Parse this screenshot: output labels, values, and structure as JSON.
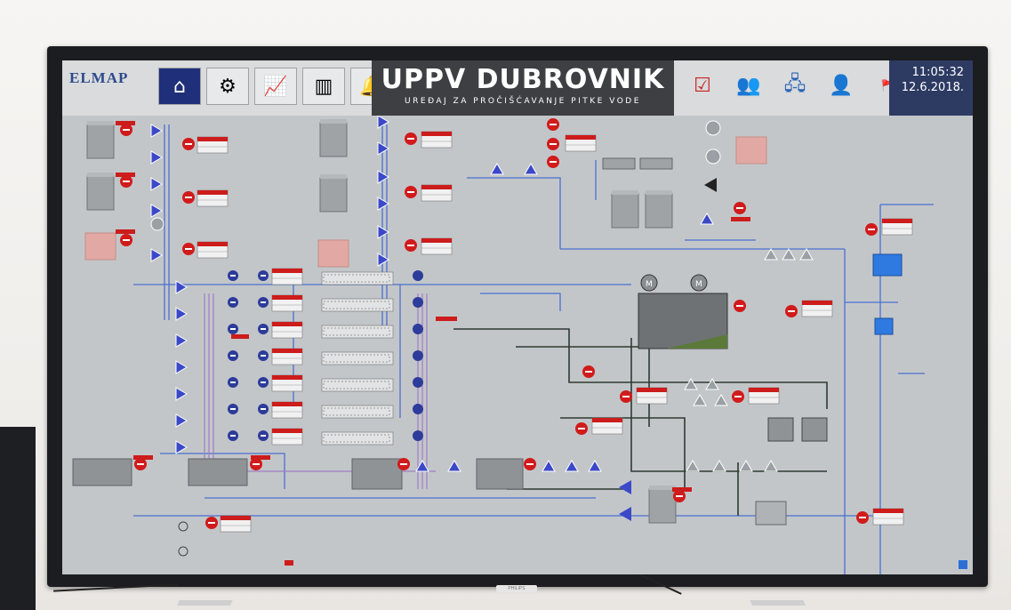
{
  "header": {
    "brand": "ELMAP",
    "title": "UPPV DUBROVNIK",
    "subtitle": "UREĐAJ ZA PROČIŠĆAVANJE PITKE VODE"
  },
  "clock": {
    "time": "11:05:32",
    "date": "12.6.2018."
  },
  "nav_left": [
    "home-icon",
    "gear-icon",
    "chart-icon",
    "cabinet-icon",
    "bell-icon"
  ],
  "nav_right": [
    "checklist-icon",
    "user-search-icon",
    "network-icon",
    "person-icon",
    "language-flags-icon"
  ],
  "monitor": {
    "brand": "PHILIPS"
  },
  "colors": {
    "pipe_blue": "#4a6fd0",
    "pipe_purple": "#a07ec8",
    "pipe_dark": "#2d3a31",
    "pump_triangle": "#3b48c8",
    "alarm_red": "#d11b1b",
    "indicator_red": "#cc1c1c"
  }
}
